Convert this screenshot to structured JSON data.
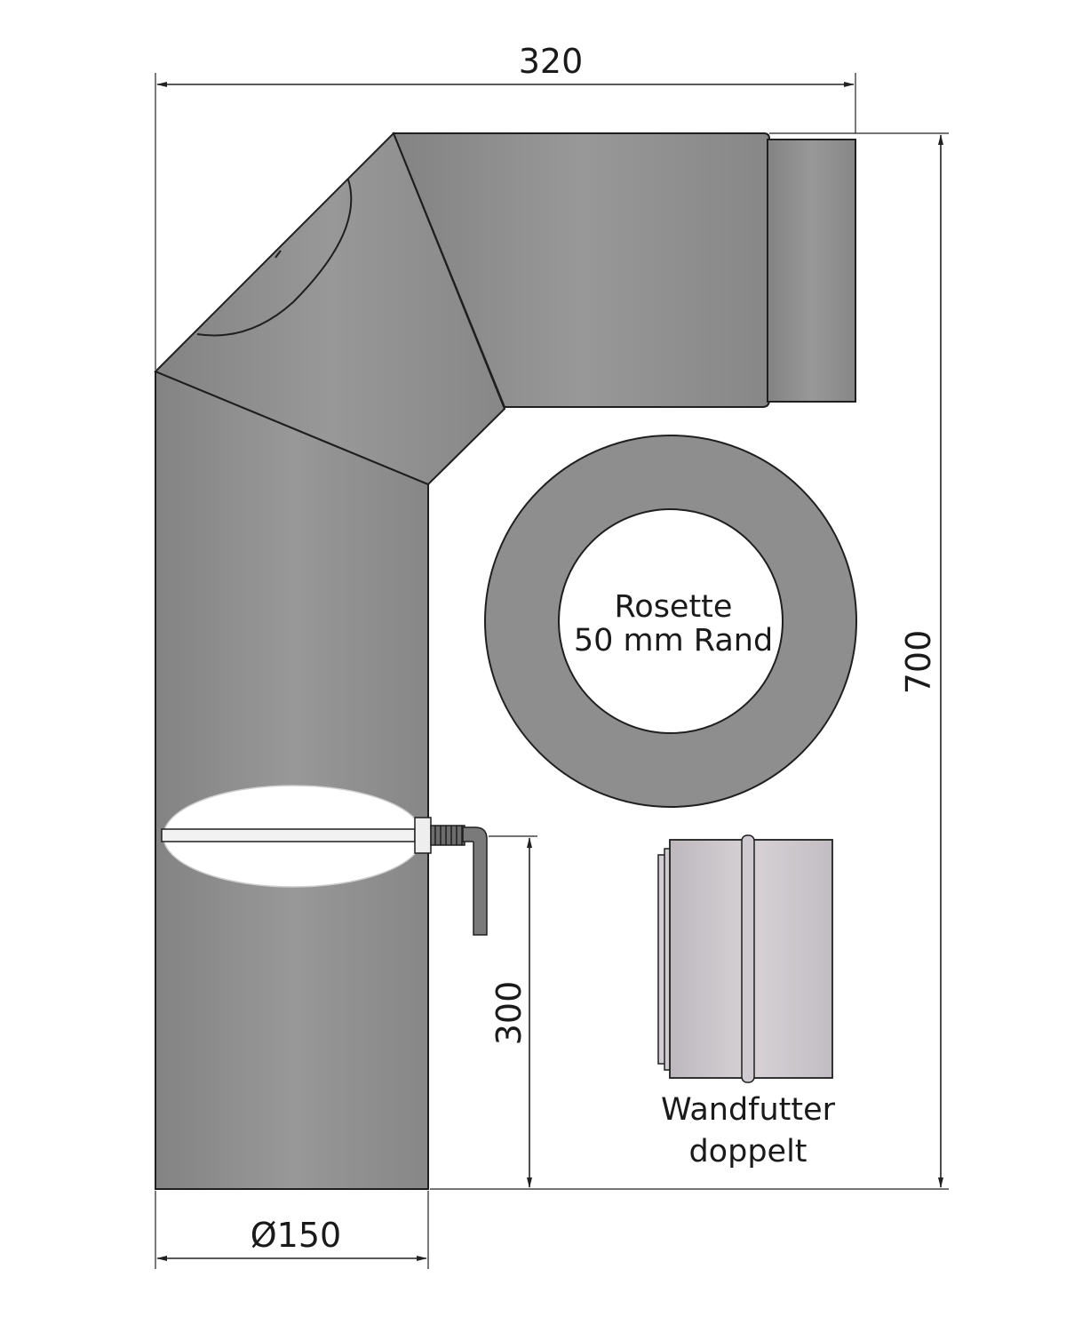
{
  "dimensions": {
    "width": "320",
    "height": "700",
    "damper_height": "300",
    "diameter": "Ø150"
  },
  "labels": {
    "rosette_line1": "Rosette",
    "rosette_line2": "50 mm Rand",
    "wandfutter_line1": "Wandfutter",
    "wandfutter_line2": "doppelt"
  },
  "colors": {
    "pipe": "#8f8f8f",
    "pipe_light": "#a3a3a3",
    "outline": "#1f1f1f",
    "sleeve": "#c9c4c9"
  }
}
